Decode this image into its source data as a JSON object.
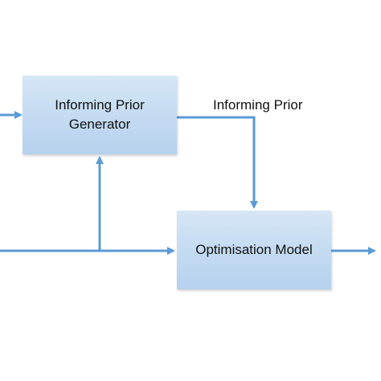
{
  "nodes": {
    "generator": {
      "line1": "Informing Prior",
      "line2": "Generator"
    },
    "model": {
      "label": "Optimisation Model"
    }
  },
  "edges": {
    "generator_to_model_label": "Informing Prior"
  },
  "colors": {
    "arrow": "#5b9bd5",
    "box_top": "#d6e6f6",
    "box_bottom": "#b6d1ee",
    "text": "#111111"
  }
}
